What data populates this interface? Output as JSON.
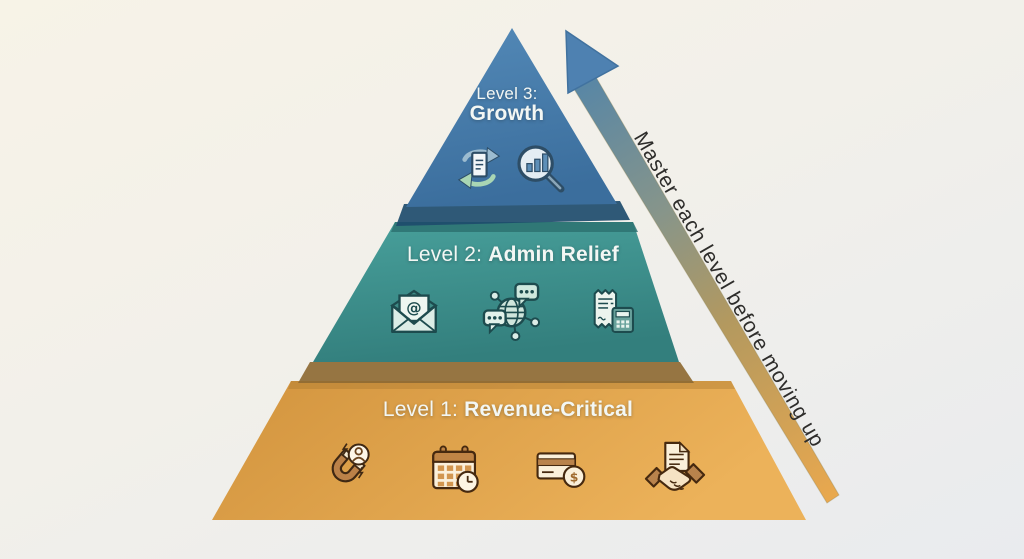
{
  "canvas": {
    "background_top": "#f7f3e7",
    "background_bottom": "#e9ebee"
  },
  "pyramid": {
    "levels": [
      {
        "id": "level-3",
        "prefix": "Level 3:",
        "title": "Growth",
        "color": "#4a80af",
        "icons": [
          "content-sync-icon",
          "analytics-magnifier-icon"
        ]
      },
      {
        "id": "level-2",
        "prefix": "Level 2:",
        "title": "Admin Relief",
        "color": "#3f948f",
        "icons": [
          "email-icon",
          "social-network-icon",
          "invoice-calculator-icon"
        ]
      },
      {
        "id": "level-1",
        "prefix": "Level 1:",
        "title": "Revenue-Critical",
        "color": "#dfa14b",
        "icons": [
          "lead-magnet-icon",
          "calendar-clock-icon",
          "payment-card-icon",
          "handshake-icon"
        ]
      }
    ]
  },
  "arrow": {
    "label": "Master each level before moving up",
    "gradient_top": "#4e81b1",
    "gradient_middle": "#87958a",
    "gradient_bottom": "#e9a84e",
    "text_color": "#2e2d2b"
  }
}
